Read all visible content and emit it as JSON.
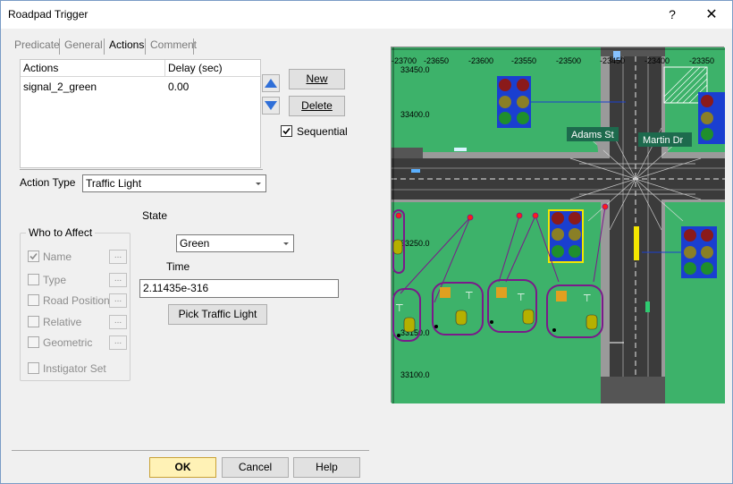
{
  "window": {
    "title": "Roadpad Trigger",
    "help_glyph": "?",
    "close_glyph": "✕"
  },
  "tabs": [
    {
      "label": "Predicate",
      "active": false
    },
    {
      "label": "General",
      "active": false
    },
    {
      "label": "Actions",
      "active": true
    },
    {
      "label": "Comment",
      "active": false
    }
  ],
  "actions_list": {
    "headers": [
      "Actions",
      "Delay (sec)"
    ],
    "rows": [
      {
        "action": "signal_2_green",
        "delay": "0.00"
      }
    ]
  },
  "buttons": {
    "new": "New",
    "delete": "Delete",
    "pick_traffic_light": "Pick Traffic Light",
    "ok": "OK",
    "cancel": "Cancel",
    "help": "Help"
  },
  "sequential": {
    "label": "Sequential",
    "checked": true
  },
  "action_type": {
    "label": "Action Type",
    "value": "Traffic Light"
  },
  "state": {
    "label": "State",
    "value": "Green"
  },
  "time": {
    "label": "Time",
    "value": "2.11435e-316"
  },
  "who_to_affect": {
    "title": "Who to Affect",
    "options": [
      {
        "label": "Name",
        "checked": true,
        "has_button": true
      },
      {
        "label": "Type",
        "checked": false,
        "has_button": true
      },
      {
        "label": "Road Position",
        "checked": false,
        "has_button": true
      },
      {
        "label": "Relative",
        "checked": false,
        "has_button": true
      },
      {
        "label": "Geometric",
        "checked": false,
        "has_button": true
      },
      {
        "label": "Instigator Set",
        "checked": false,
        "has_button": false
      }
    ],
    "button_label": "..."
  },
  "map": {
    "x_ticks": [
      "-23700",
      "-23650",
      "-23600",
      "-23550",
      "-23500",
      "-23450",
      "-23400",
      "-23350"
    ],
    "y_ticks": [
      "33450.0",
      "33400.0",
      "33250.0",
      "33150.0",
      "33100.0"
    ],
    "street_labels": [
      "Adams St",
      "Martin Dr"
    ]
  },
  "colors": {
    "grass": "#3db26a",
    "road": "#3b3b3b",
    "sidewalk": "#9a9a9a",
    "signal_box": "#1a3fd0",
    "ok_button": "#fff2b6"
  }
}
